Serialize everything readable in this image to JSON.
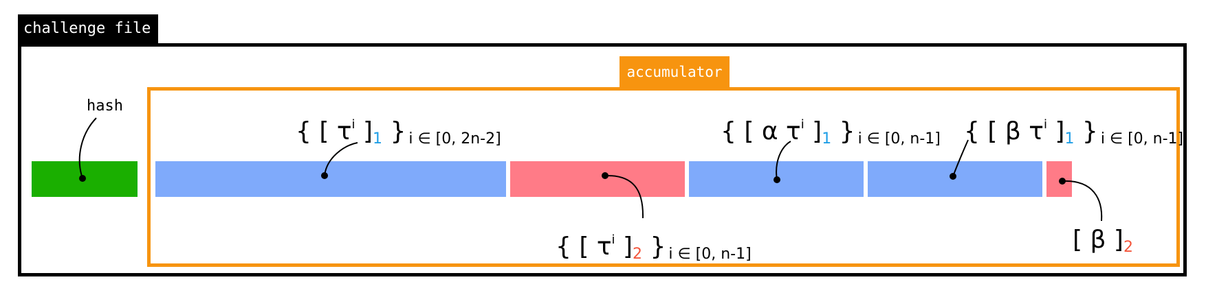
{
  "challenge_file": {
    "label": "challenge file"
  },
  "hash": {
    "label": "hash"
  },
  "accumulator": {
    "label": "accumulator"
  },
  "segments": {
    "tau_g1": {
      "open": "{ [ ",
      "sym": "τ",
      "sup": "i",
      "close": " ]",
      "sub": "1",
      "end": " }",
      "index": "i ∈ [0, 2n-2]"
    },
    "tau_g2": {
      "open": "{ [ ",
      "sym": "τ",
      "sup": "i",
      "close": " ]",
      "sub": "2",
      "end": " }",
      "index": "i ∈ [0, n-1]"
    },
    "alpha_tau": {
      "open": "{ [ ",
      "sym": "α τ",
      "sup": "i",
      "close": " ]",
      "sub": "1",
      "end": " }",
      "index": "i ∈ [0, n-1]"
    },
    "beta_tau": {
      "open": "{ [ ",
      "sym": "β τ",
      "sup": "i",
      "close": " ]",
      "sub": "1",
      "end": " }",
      "index": "i ∈ [0, n-1]"
    },
    "beta_g2": {
      "open": "[ ",
      "sym": "β",
      "close": " ]",
      "sub": "2"
    }
  },
  "colors": {
    "hash": "#1aaf00",
    "g1": "#7faafb",
    "g2": "#ff7b87",
    "accumulator": "#f7940f",
    "sub_g1": "#1e9ee6",
    "sub_g2": "#f4563c"
  }
}
